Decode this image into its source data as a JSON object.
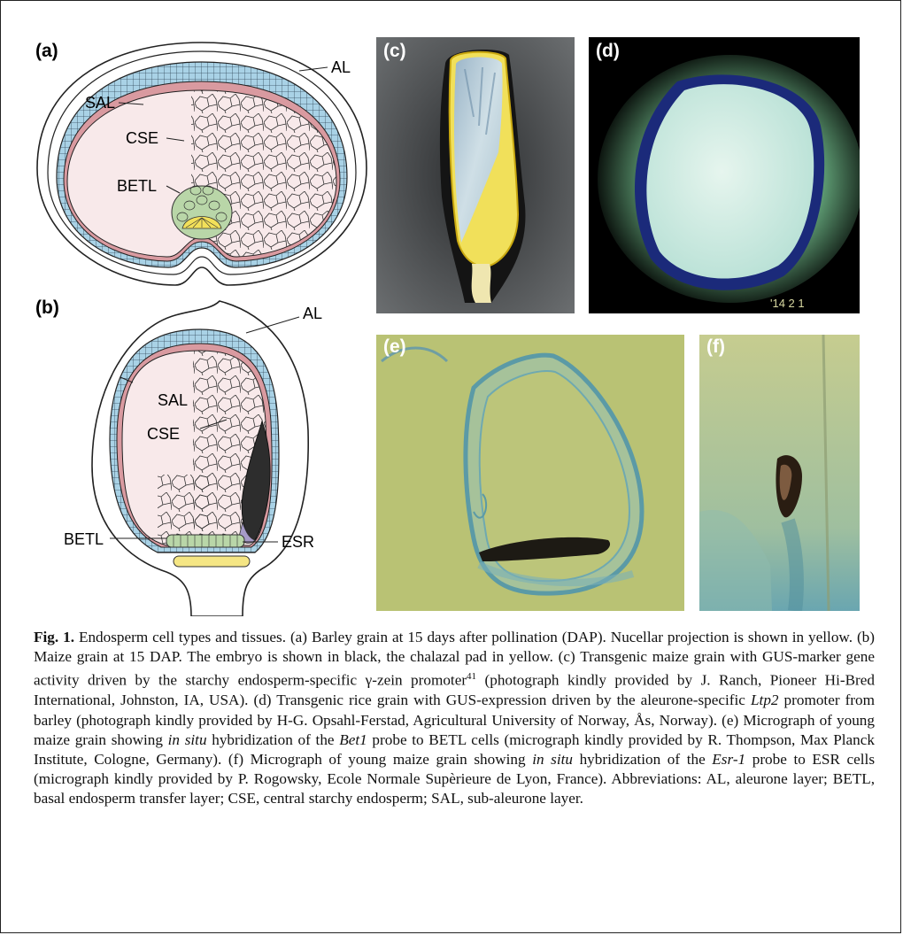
{
  "panels": {
    "a": {
      "label": "(a)",
      "labels": {
        "al": "AL",
        "sal": "SAL",
        "cse": "CSE",
        "betl": "BETL"
      }
    },
    "b": {
      "label": "(b)",
      "labels": {
        "al": "AL",
        "sal": "SAL",
        "cse": "CSE",
        "betl": "BETL",
        "esr": "ESR"
      }
    },
    "c": {
      "label": "(c)"
    },
    "d": {
      "label": "(d)",
      "date_stamp": "'14  2  1"
    },
    "e": {
      "label": "(e)"
    },
    "f": {
      "label": "(f)"
    }
  },
  "caption": {
    "fig": "Fig. 1.",
    "p1": " Endosperm cell types and tissues. (a) Barley grain at 15 days after pollination (DAP). Nucellar projection is shown in yellow. (b) Maize grain at 15 DAP. The embryo is shown in black, the chalazal pad in yellow. (c) Transgenic maize grain with GUS-marker gene activity driven by the starchy endosperm-specific γ-zein promoter",
    "ref": "41",
    "p2": " (photograph kindly provided by J. Ranch, Pioneer Hi-Bred International, Johnston, IA, USA). (d) Transgenic rice grain with GUS-expression driven by the aleurone-specific ",
    "ltp2": "Ltp2",
    "p3": " promoter from barley (photograph kindly provided by H-G. Opsahl-Ferstad, Agricultural University of Norway, Ås, Norway). (e) Micrograph of young maize grain showing ",
    "insitu1": "in situ",
    "p4": " hybridization of the ",
    "bet1": "Bet1",
    "p5": " probe to BETL cells (micrograph kindly provided by R. Thompson, Max Planck Institute, Cologne, Germany). (f) Micrograph of young maize grain showing ",
    "insitu2": "in situ",
    "p6": " hybridization of the ",
    "esr1": "Esr-1",
    "p7": " probe to ESR cells (micrograph kindly provided by P. Rogowsky, Ecole Normale Supèrieure de Lyon, France). Abbreviations: AL, aleurone layer; BETL, basal endosperm transfer layer; CSE, central starchy endosperm; SAL, sub-aleurone layer."
  }
}
